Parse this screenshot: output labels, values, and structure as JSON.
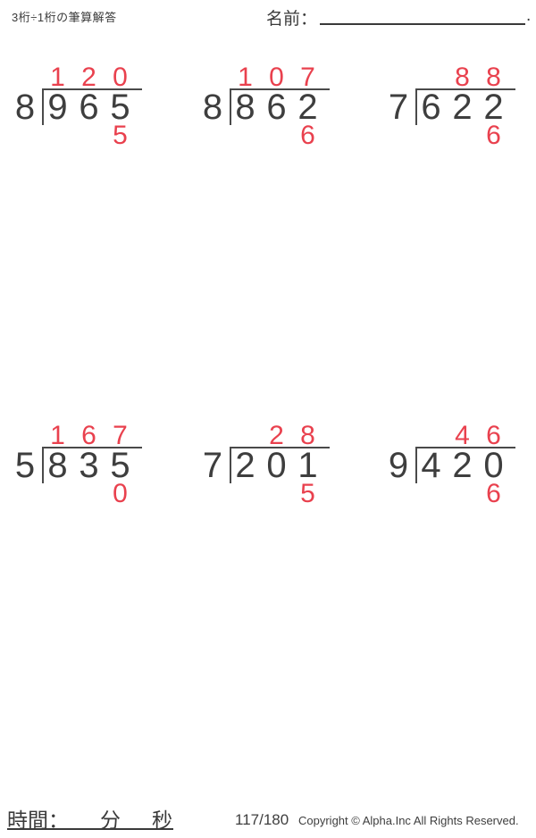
{
  "header": {
    "title": "3桁÷1桁の筆算解答",
    "name_label": "名前：",
    "name_line_period": "."
  },
  "problems": [
    {
      "divisor": "8",
      "dividend": [
        "9",
        "6",
        "5"
      ],
      "quotient": [
        "1",
        "2",
        "0"
      ],
      "remainder": "5"
    },
    {
      "divisor": "8",
      "dividend": [
        "8",
        "6",
        "2"
      ],
      "quotient": [
        "1",
        "0",
        "7"
      ],
      "remainder": "6"
    },
    {
      "divisor": "7",
      "dividend": [
        "6",
        "2",
        "2"
      ],
      "quotient": [
        "",
        "8",
        "8"
      ],
      "remainder": "6"
    },
    {
      "divisor": "5",
      "dividend": [
        "8",
        "3",
        "5"
      ],
      "quotient": [
        "1",
        "6",
        "7"
      ],
      "remainder": "0"
    },
    {
      "divisor": "7",
      "dividend": [
        "2",
        "0",
        "1"
      ],
      "quotient": [
        "",
        "2",
        "8"
      ],
      "remainder": "5"
    },
    {
      "divisor": "9",
      "dividend": [
        "4",
        "2",
        "0"
      ],
      "quotient": [
        "",
        "4",
        "6"
      ],
      "remainder": "6"
    }
  ],
  "footer": {
    "time_label": "時間：",
    "minutes_label": "分",
    "seconds_label": "秒",
    "page_number": "117/180",
    "copyright": "Copyright © Alpha.Inc All Rights Reserved."
  },
  "colors": {
    "answer_red": "#e9414e",
    "ink": "#3e3e3e",
    "bracket_line": "#4a4a4a"
  }
}
